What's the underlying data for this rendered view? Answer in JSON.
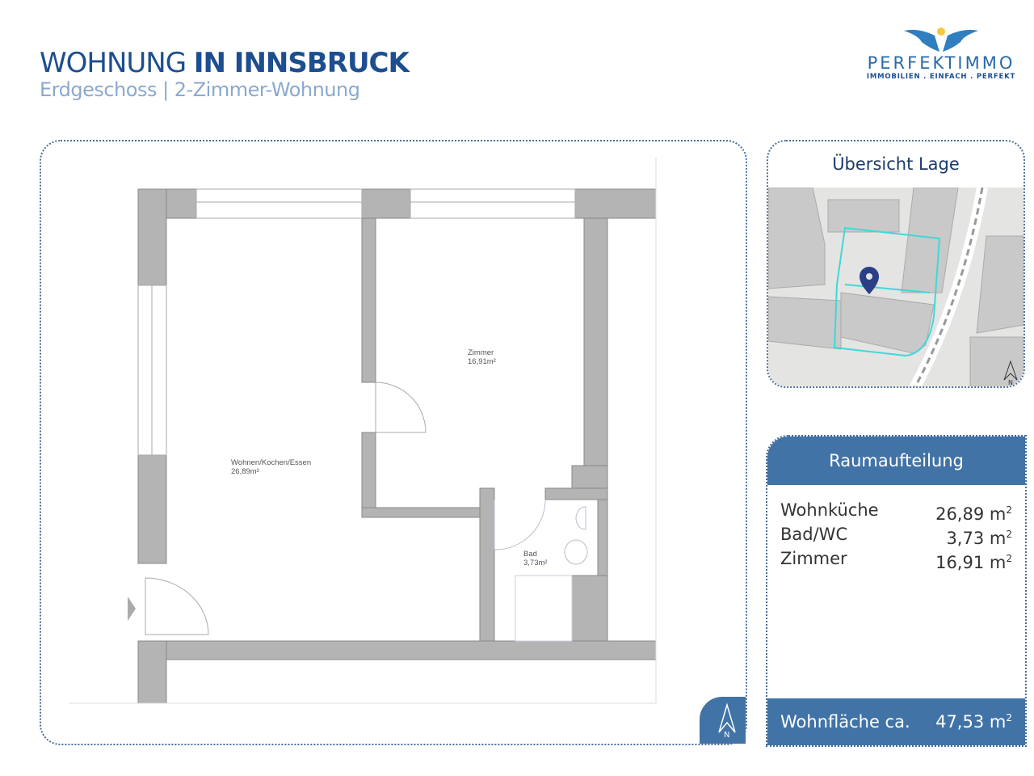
{
  "header": {
    "title_light": "WOHNUNG ",
    "title_bold": "IN INNSBRUCK",
    "subtitle": "Erdgeschoss | 2-Zimmer-Wohnung"
  },
  "logo": {
    "brand": "PERFEKTIMMO",
    "tagline": "IMMOBILIEN . EINFACH . PERFEKT"
  },
  "plan": {
    "rooms": [
      {
        "name": "Wohnen/Kochen/Essen",
        "area": "26,89m²"
      },
      {
        "name": "Zimmer",
        "area": "16,91m²"
      },
      {
        "name": "Bad",
        "area": "3,73m²"
      }
    ],
    "north": "N"
  },
  "lage": {
    "title": "Übersicht Lage",
    "north": "N"
  },
  "raumaufteilung": {
    "title": "Raumaufteilung",
    "unit": "m",
    "sup": "2",
    "rows": [
      {
        "label": "Wohnküche",
        "value": "26,89"
      },
      {
        "label": "Bad/WC",
        "value": "3,73"
      },
      {
        "label": "Zimmer",
        "value": "16,91"
      }
    ],
    "total_label": "Wohnfläche ca.",
    "total_value": "47,53"
  },
  "colors": {
    "brand": "#1d4e8f",
    "panel": "#4173a6",
    "wall": "#b4b4b4",
    "parcel": "#3fd8d8"
  }
}
